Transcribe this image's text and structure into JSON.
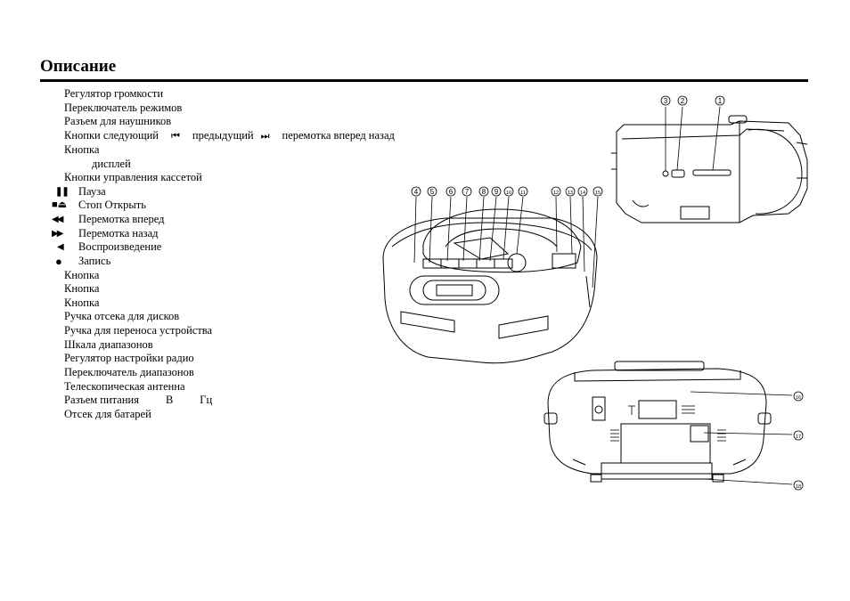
{
  "title": "Описание",
  "items": [
    {
      "text": "Регулятор громкости"
    },
    {
      "text": "Переключатель режимов"
    },
    {
      "text": "Разъем для наушников"
    },
    {
      "text": "Кнопки следующий",
      "icon_next": "⏮",
      "text2": "предыдущий",
      "icon_prev": "⏭",
      "text3": "перемотка вперед  назад"
    },
    {
      "text": "Кнопка"
    },
    {
      "text": "дисплей"
    },
    {
      "text": "Кнопки управления кассетой"
    },
    {
      "icon": "❚❚",
      "text": "Пауза"
    },
    {
      "icon": "■⏏",
      "text": "Стоп   Открыть"
    },
    {
      "icon": "◀◀",
      "text": "Перемотка вперед"
    },
    {
      "icon": "▶▶",
      "text": "Перемотка назад"
    },
    {
      "icon": "◀",
      "text": "Воспроизведение"
    },
    {
      "icon": "●",
      "text": "Запись"
    },
    {
      "text": "Кнопка"
    },
    {
      "text": "Кнопка"
    },
    {
      "text": "Кнопка"
    },
    {
      "text": "Ручка отсека для дисков"
    },
    {
      "text": "Ручка для переноса устройства"
    },
    {
      "text": "Шкала диапазонов"
    },
    {
      "text": "Регулятор настройки радио"
    },
    {
      "text": "Переключатель диапазонов"
    },
    {
      "text": "Телескопическая антенна"
    },
    {
      "text": "Разъем питания",
      "text2": "В",
      "text3": "Гц"
    },
    {
      "text": "Отсек для батарей"
    }
  ],
  "side_callouts": [
    "3",
    "2",
    "1"
  ],
  "front_callouts": [
    "4",
    "5",
    "6",
    "7",
    "8",
    "9",
    "10",
    "11",
    "12",
    "13",
    "14",
    "15"
  ],
  "back_callouts": [
    "16",
    "17",
    "18"
  ]
}
